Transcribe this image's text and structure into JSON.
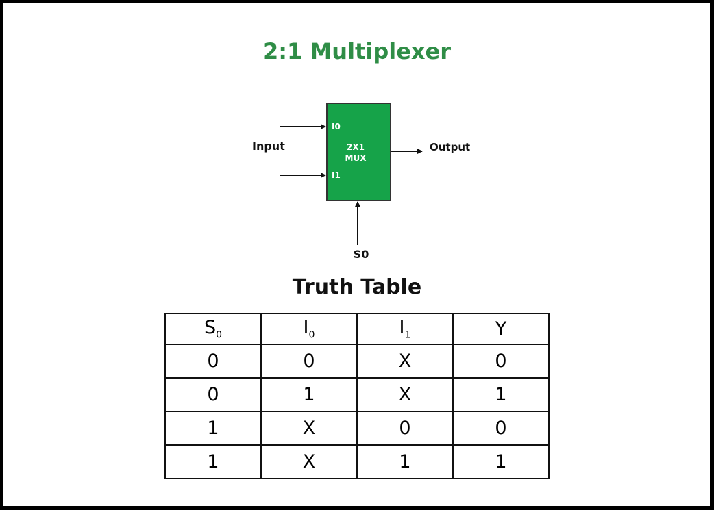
{
  "title": "2:1 Multiplexer",
  "colors": {
    "accent": "#2f8d46",
    "mux_fill": "#16a349"
  },
  "diagram": {
    "block_label_line1": "2X1",
    "block_label_line2": "MUX",
    "input_pin_0": "I0",
    "input_pin_1": "I1",
    "input_label": "Input",
    "output_label": "Output",
    "select_label": "S0"
  },
  "truth_table": {
    "title": "Truth Table",
    "headers": [
      {
        "base": "S",
        "sub": "0"
      },
      {
        "base": "I",
        "sub": "0"
      },
      {
        "base": "I",
        "sub": "1"
      },
      {
        "base": "Y",
        "sub": ""
      }
    ],
    "rows": [
      [
        "0",
        "0",
        "X",
        "0"
      ],
      [
        "0",
        "1",
        "X",
        "1"
      ],
      [
        "1",
        "X",
        "0",
        "0"
      ],
      [
        "1",
        "X",
        "1",
        "1"
      ]
    ]
  }
}
